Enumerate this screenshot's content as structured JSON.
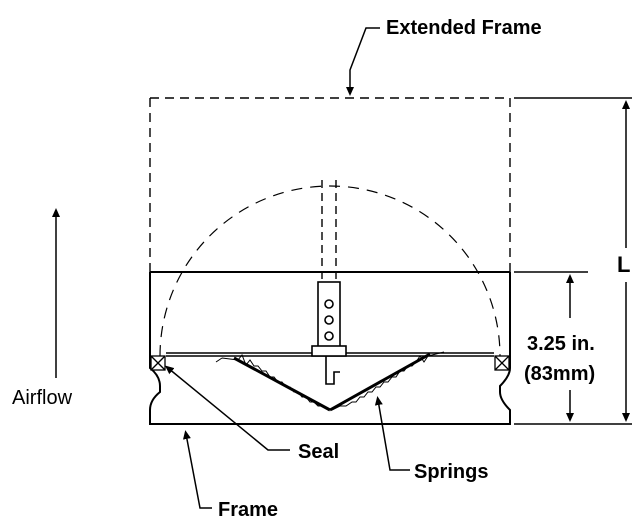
{
  "labels": {
    "extended_frame": "Extended Frame",
    "airflow": "Airflow",
    "seal": "Seal",
    "springs": "Springs",
    "frame": "Frame",
    "length": "L",
    "height_in": "3.25 in.",
    "height_mm": "(83mm)"
  }
}
